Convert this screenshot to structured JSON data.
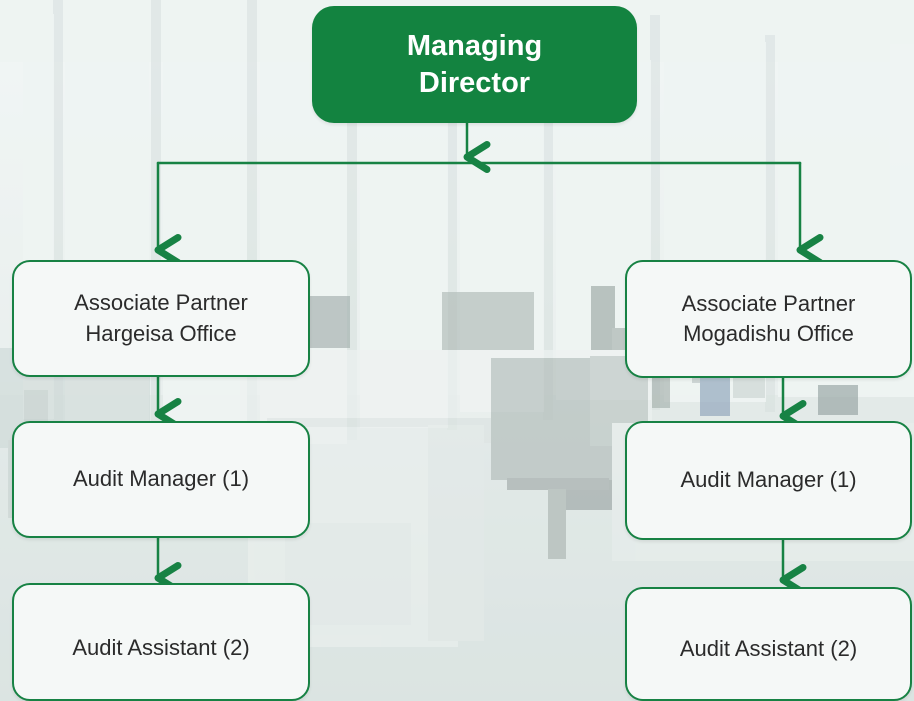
{
  "org_chart": {
    "managing_director": "Managing\nDirector",
    "hargeisa": {
      "associate_partner": "Associate Partner\nHargeisa Office",
      "audit_manager": "Audit Manager (1)",
      "audit_assistant": "Audit Assistant (2)"
    },
    "mogadishu": {
      "associate_partner": "Associate Partner\nMogadishu Office",
      "audit_manager": "Audit Manager (1)",
      "audit_assistant": "Audit Assistant (2)"
    }
  },
  "colors": {
    "brand_green": "#138340",
    "box_fill": "#f5f8f7",
    "text": "#2b2b2b"
  }
}
